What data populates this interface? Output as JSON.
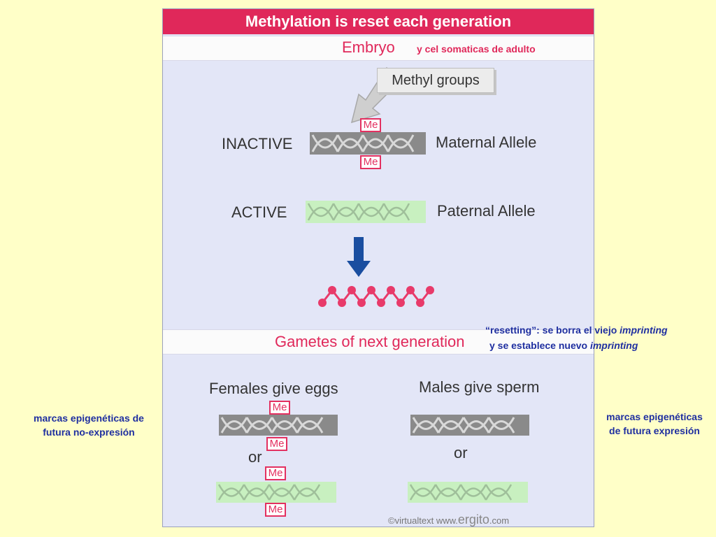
{
  "figure": {
    "title": "Methylation is reset each generation",
    "embryo_label": "Embryo",
    "callout": "Methyl groups",
    "inactive_label": "INACTIVE",
    "maternal_label": "Maternal Allele",
    "active_label": "ACTIVE",
    "paternal_label": "Paternal Allele",
    "gametes_label": "Gametes of next generation",
    "females_label": "Females give eggs",
    "males_label": "Males give sperm",
    "or_label": "or",
    "me_label": "Me",
    "credit": {
      "prefix": "©virtualtext  www.",
      "brand": "ergito",
      "suffix": ".com"
    }
  },
  "overlays": {
    "somatic_note": "y cel somaticas de adulto",
    "resetting_prefix": "“resetting”: se borra el viejo ",
    "resetting_italic1": "imprinting",
    "resetting_line2_prefix": "y se establece nuevo ",
    "resetting_italic2": "imprinting",
    "left_note_line1": "marcas epigenéticas de",
    "left_note_line2": "futura no-expresión",
    "right_note_line1": "marcas epigenéticas",
    "right_note_line2": "de  futura expresión"
  },
  "colors": {
    "background": "#ffffc8",
    "title_bar": "#e0285a",
    "panel": "#e3e6f7",
    "inactive_allele": "#8a8a8a",
    "active_allele": "#c8f0c0",
    "arrow": "#1a4ea0",
    "methyl_chain": "#e83a6a",
    "overlay_blue": "#1f2fa0"
  }
}
